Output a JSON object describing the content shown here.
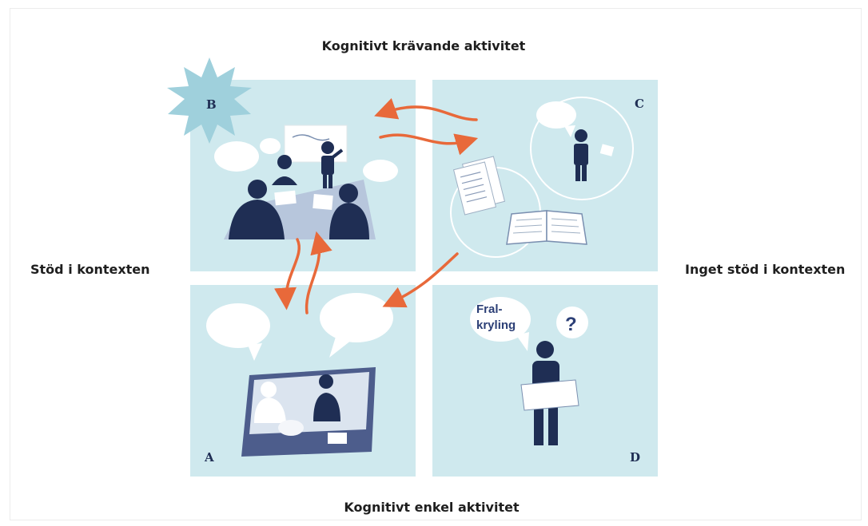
{
  "labels": {
    "top": "Kognitivt krävande aktivitet",
    "bottom": "Kognitivt enkel aktivitet",
    "left": "Stöd i kontexten",
    "right": "Inget stöd i kontexten"
  },
  "quadrants": {
    "b": "B",
    "c": "C",
    "a": "A",
    "d": "D"
  },
  "speech_d": {
    "line1": "Fral-",
    "line2": "kryling",
    "question": "?"
  },
  "colors": {
    "quadrant_bg": "#cfe9ee",
    "figure": "#1f2e54",
    "arrow": "#e8693a",
    "starburst": "#9fd0dc",
    "bubble": "#ffffff"
  }
}
